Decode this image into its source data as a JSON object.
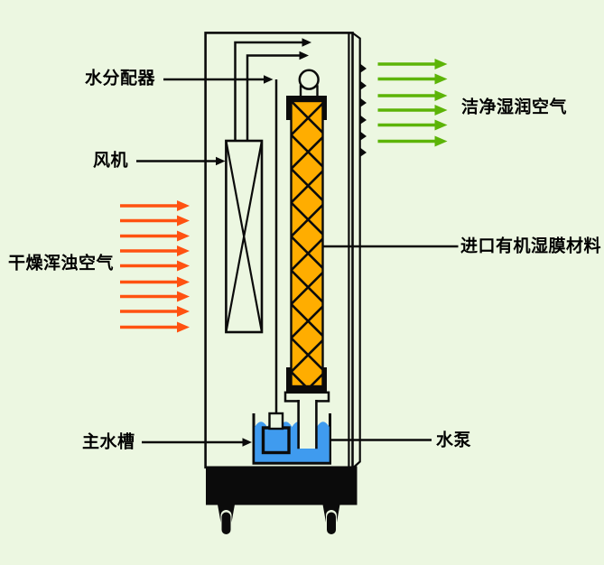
{
  "diagram": {
    "description": "Working-principle schematic of an evaporative wet-membrane air cooler: dry turbid air is drawn in on the left, passes the fan and wetted membrane, and exits right as clean moist air; a pump lifts water from the main tank to the water distributor on top of the membrane.",
    "airflow": {
      "inlet_arrow_count": 9,
      "inlet_direction": "right",
      "outlet_arrow_count": 6,
      "outlet_direction": "right"
    }
  },
  "labels": {
    "water_distributor": "水分配器",
    "fan": "风机",
    "dry_turbid_air": "干燥浑浊空气",
    "clean_moist_air": "洁净湿润空气",
    "wet_membrane": "进口有机湿膜材料",
    "main_water_tank": "主水槽",
    "water_pump": "水泵"
  },
  "colors": {
    "bg": "#ECF7E1",
    "ink": "#0B0B0B",
    "arrow_in": "#FF5211",
    "arrow_out": "#5CB407",
    "membrane": "#FFAD00",
    "water": "#3F9BEF"
  }
}
